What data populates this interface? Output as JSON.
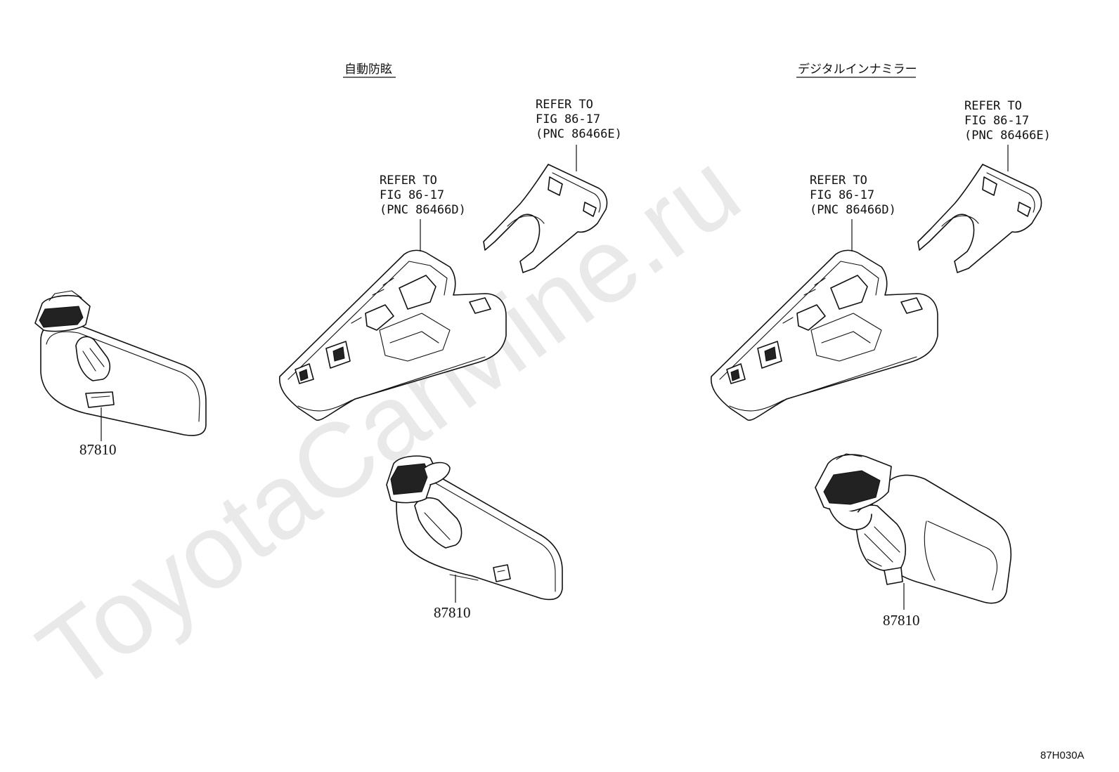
{
  "headings": {
    "auto_dimming": "自動防眩",
    "digital_mirror": "デジタルインナミラー"
  },
  "callouts": {
    "refer_cover_a": [
      "REFER TO",
      "FIG 86-17",
      "(PNC 86466D)"
    ],
    "refer_cover_b": [
      "REFER TO",
      "FIG 86-17",
      "(PNC 86466E)"
    ]
  },
  "parts": {
    "left_mirror": "87810",
    "auto_dimming_mirror": "87810",
    "digital_mirror": "87810"
  },
  "figure_code": "87H030A",
  "watermark": "ToyotaCarMine.ru",
  "icons": {
    "mirror": "inner-rearview-mirror-icon",
    "cover": "mirror-cover-icon",
    "bracket": "mirror-bracket-cover-icon"
  }
}
